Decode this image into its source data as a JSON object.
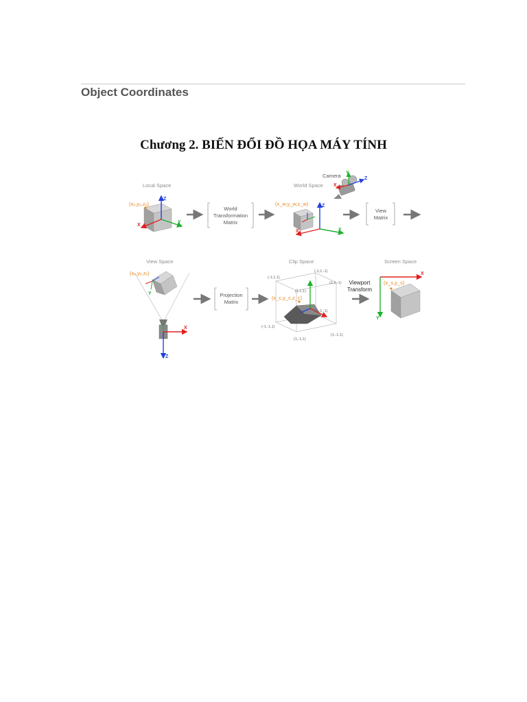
{
  "section_title": "Object Coordinates",
  "chapter_title": "Chương 2. BIẾN ĐỔI ĐỒ HỌA MÁY TÍNH",
  "diagram": {
    "local_space": "Local Space",
    "world_space": "World Space",
    "camera": "Camera",
    "view_space": "View Space",
    "clip_space": "Clip Space",
    "screen_space": "Screen Space",
    "world_matrix": [
      "World",
      "Transformation",
      "Matrix"
    ],
    "view_matrix": [
      "View",
      "Matrix"
    ],
    "projection_matrix": [
      "Projection",
      "Matrix"
    ],
    "viewport_transform": [
      "Viewport",
      "Transform"
    ],
    "local_coord": "(xₒ,yₒ,zₒ)",
    "world_coord": "(x_w,y_w,z_w)",
    "view_coord": "(xₑ,yₑ,zₑ)",
    "clip_coord": "(x_c,y_c,z_c)",
    "screen_coord": "(x_s,y_s)",
    "axis_x": "X",
    "axis_y": "Y",
    "axis_z": "Z",
    "clip_corners": [
      "(-1,1,1)",
      "(-1,1,-1)",
      "(1,1,-1)",
      "(1,1,1)",
      "(1,-1,-1)",
      "(-1,-1,1)",
      "(1,-1,1)",
      "(1,-1,1)"
    ]
  }
}
